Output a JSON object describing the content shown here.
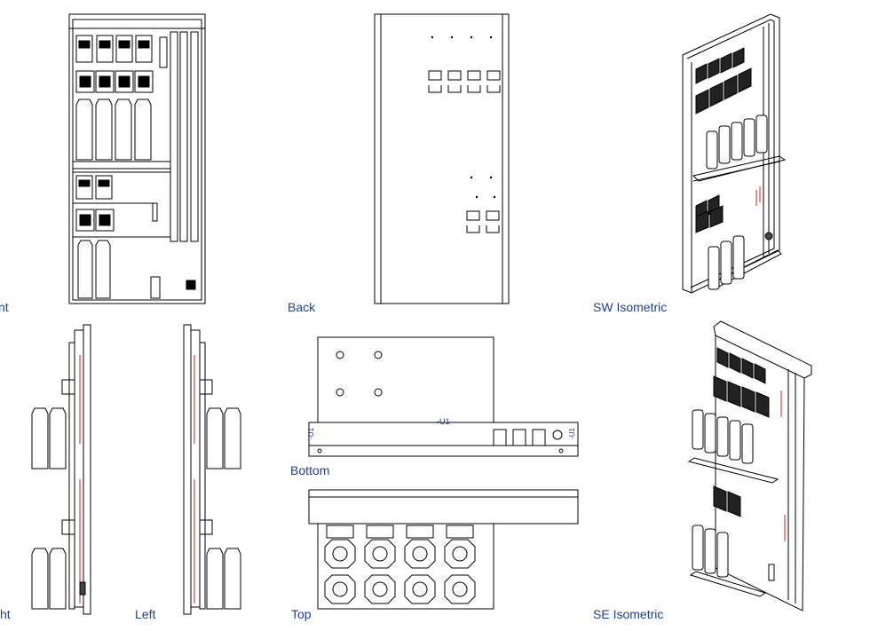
{
  "views": {
    "front": "Front",
    "back": "Back",
    "sw_iso": "SW Isometric",
    "right": "Right",
    "left": "Left",
    "bottom": "Bottom",
    "top": "Top",
    "se_iso": "SE Isometric"
  },
  "tags": {
    "u1_bottom": "-U1",
    "u1_plate_left": "-U1",
    "u1_plate_right": "-U1"
  },
  "colors": {
    "line": "#000000",
    "label": "#1f3f9a",
    "annotation": "#2a2aa8",
    "rail_mark": "#cc2222"
  }
}
